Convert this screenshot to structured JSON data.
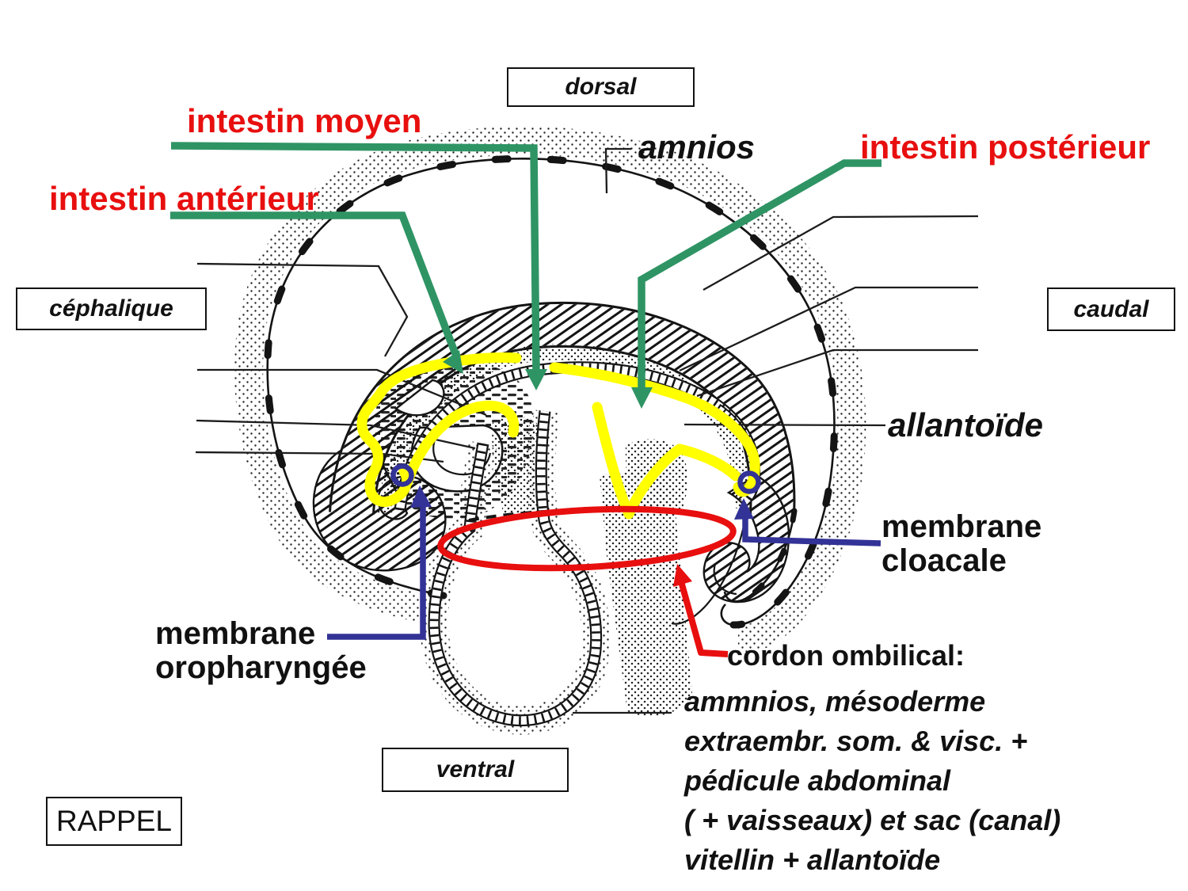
{
  "colors": {
    "label_red": "#e80f0f",
    "arrow_green": "#2f9464",
    "arrow_blue": "#323297",
    "gut_yellow": "#ffff00",
    "ink_black": "#141414"
  },
  "direction_boxes": {
    "dorsal": "dorsal",
    "cephalic": "céphalique",
    "caudal": "caudal",
    "ventral": "ventral"
  },
  "badge": {
    "rappel": "RAPPEL"
  },
  "gut_labels": {
    "midgut": "intestin moyen",
    "foregut": "intestin antérieur",
    "hindgut": "intestin postérieur"
  },
  "membrane_labels": {
    "amnios": "amnios",
    "allantoide": "allantoïde",
    "cloacal_line1": "membrane",
    "cloacal_line2": "cloacale",
    "oropharyngeal_line1": "membrane",
    "oropharyngeal_line2": "oropharyngée"
  },
  "umbilical": {
    "title": "cordon ombilical:",
    "description_lines": [
      "ammnios, mésoderme",
      "extraembr. som. & visc. +",
      "pédicule abdominal",
      "( + vaisseaux) et sac (canal)",
      "vitellin + allantoïde"
    ]
  }
}
